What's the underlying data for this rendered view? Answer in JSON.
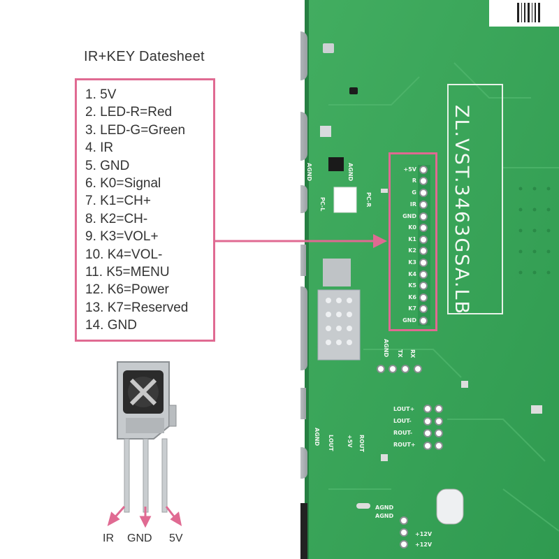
{
  "title": "IR+KEY Datesheet",
  "pins": [
    "1. 5V",
    "2. LED-R=Red",
    "3. LED-G=Green",
    "4. IR",
    "5. GND",
    "6. K0=Signal",
    "7. K1=CH+",
    "8. K2=CH-",
    "9. K3=VOL+",
    "10. K4=VOL-",
    "11. K5=MENU",
    "12. K6=Power",
    "13. K7=Reserved",
    "14. GND"
  ],
  "board": {
    "model": "ZL.VST.3463GSA.LB",
    "header_labels": [
      "+5V",
      "R",
      "G",
      "IR",
      "GND",
      "K0",
      "K1",
      "K2",
      "K3",
      "K4",
      "K5",
      "K6",
      "K7",
      "GND"
    ],
    "silk": {
      "agnd": "AGND",
      "pc_l": "PC-L",
      "pc_r": "PC-R",
      "tx": "TX",
      "rx": "RX",
      "lout_p": "LOUT+",
      "lout_n": "LOUT-",
      "rout_n": "ROUT-",
      "rout_p": "ROUT+",
      "lout": "LOUT",
      "p5v": "+5V",
      "rout": "ROUT",
      "p12v": "+12V"
    }
  },
  "sensor_legs": [
    "IR",
    "GND",
    "5V"
  ],
  "colors": {
    "accent": "#e06a92",
    "pcb": "#3aa65a",
    "pin_label_text": "#333333"
  }
}
